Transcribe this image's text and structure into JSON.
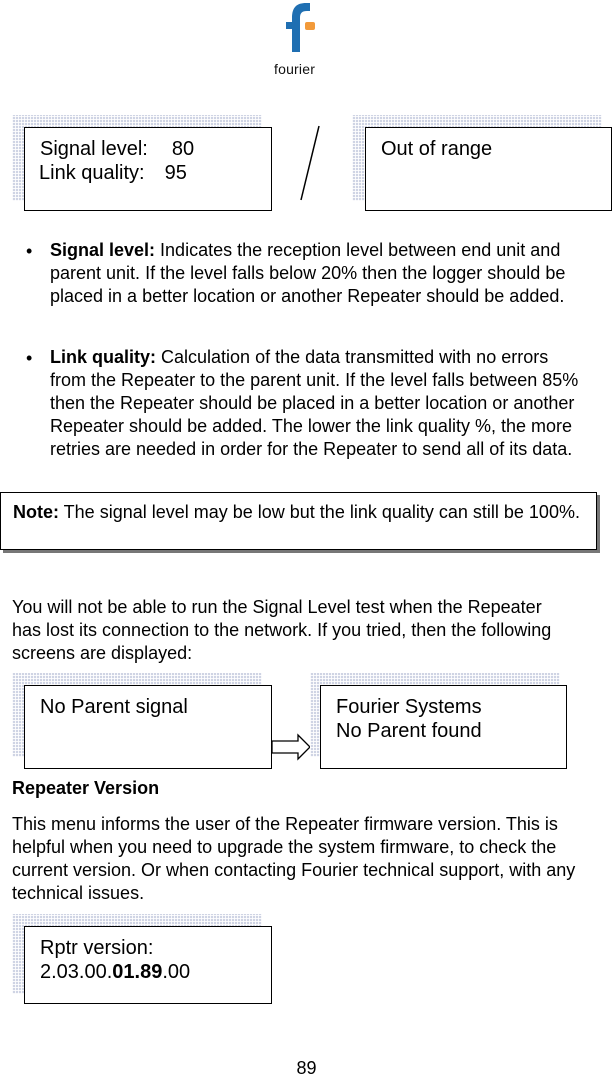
{
  "logo": {
    "brand_text": "fourier",
    "colors": {
      "dark": "#1f6fb2",
      "accent": "#f29a3a"
    }
  },
  "screens_top": {
    "signal_level_label": "Signal level:",
    "signal_level_value": "80",
    "link_quality_label": "Link quality:",
    "link_quality_value": "95",
    "out_of_range": "Out of range"
  },
  "bullets": [
    {
      "title": "Signal level:",
      "text": " Indicates the reception level between end unit and parent unit. If the level falls below 20% then the logger should be placed in a better location or another Repeater should be added."
    },
    {
      "title": "Link quality:",
      "text": " Calculation of the data transmitted with no errors from the Repeater to the parent unit. If the level falls between 85% then the Repeater should be placed in a better location or another Repeater should be added. The lower the link quality %, the more retries are needed in order for the Repeater to send all of its data."
    }
  ],
  "note": {
    "label": "Note:",
    "text": " The signal level may be low but the link quality can still be 100%."
  },
  "paragraph_1": "You will not be able to run the Signal Level test when the Repeater has lost its connection to the network. If you tried, then the following screens are displayed:",
  "screens_mid": {
    "no_parent_signal": "No Parent signal",
    "fourier_systems": "Fourier Systems",
    "no_parent_found": "No Parent found"
  },
  "section_heading": "Repeater Version",
  "paragraph_2": "This menu informs the user of the Repeater firmware version. This is helpful when you need to upgrade the system firmware, to check the current version. Or when contacting Fourier technical support, with any technical issues.",
  "version_screen": {
    "label": "Rptr version:",
    "prefix": "2.03.00.",
    "bold": "01.89",
    "suffix": ".00"
  },
  "page_number": "89"
}
